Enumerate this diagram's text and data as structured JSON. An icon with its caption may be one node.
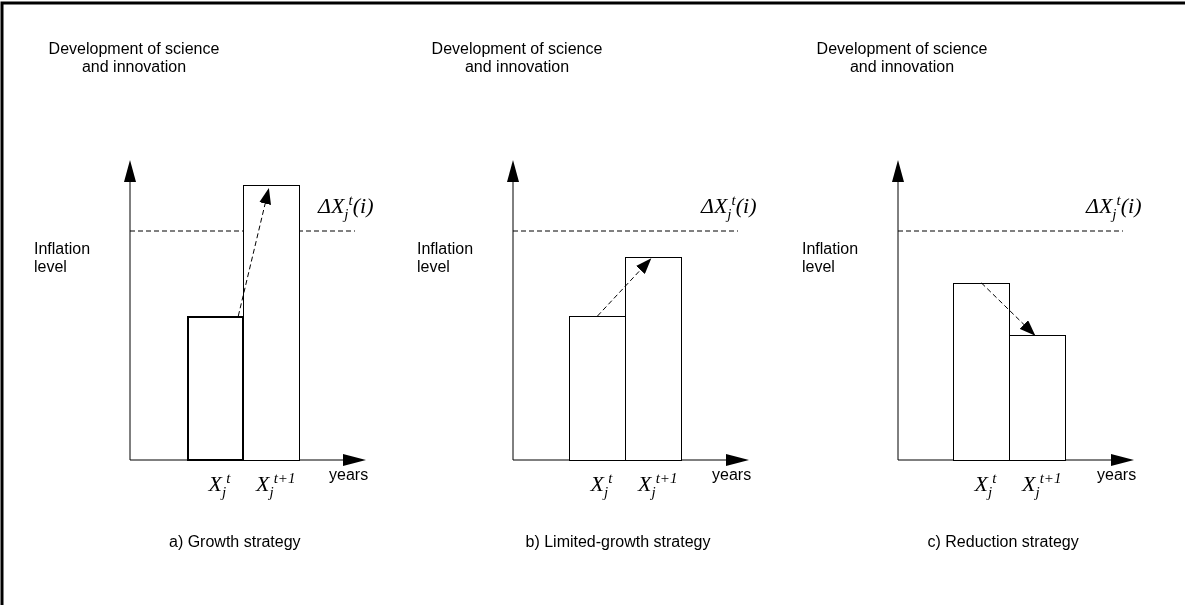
{
  "diagram": {
    "nodes": [
      {
        "text": [],
        "shape": "bar",
        "beside": [
          "X$_{j}$$^{t}$"
        ]
      },
      {
        "text": [],
        "shape": "bar",
        "beside": [
          "X$_{j}$$^{t+1}$"
        ]
      },
      {
        "text": [],
        "shape": "bar",
        "beside": [
          "X$_{j}$$^{t}$"
        ]
      },
      {
        "text": [],
        "shape": "bar",
        "beside": [
          "X$_{j}$$^{t+1}$"
        ]
      },
      {
        "text": [],
        "shape": "bar",
        "beside": [
          "X$_{j}$$^{t}$"
        ]
      },
      {
        "text": [],
        "shape": "bar",
        "beside": [
          "X$_{j}$$^{t+1}$"
        ]
      }
    ],
    "edges": [
      {
        "from": 0,
        "to": 1,
        "arrow": "to",
        "style": "dashed"
      },
      {
        "from": 2,
        "to": 3,
        "arrow": "to",
        "style": "dashed"
      },
      {
        "from": 4,
        "to": 5,
        "arrow": "to",
        "style": "dashed"
      }
    ],
    "labels": [
      "Development of science and innovation",
      "ΔX$_{j}$$^{t}$(i)",
      "Inflation level",
      "years",
      "a) Growth strategy",
      "Development of science and innovation",
      "ΔX$_{j}$$^{t}$(i)",
      "Inflation level",
      "years",
      "b) Limited-growth strategy",
      "Development of science and innovation",
      "ΔX$_{j}$$^{t}$(i)",
      "Inflation level",
      "years",
      "c) Reduction strategy"
    ]
  }
}
